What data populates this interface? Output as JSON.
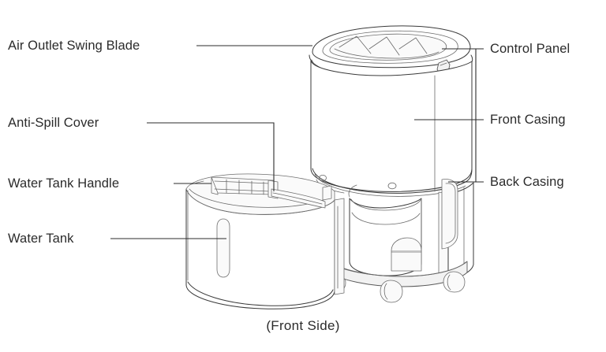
{
  "diagram": {
    "title_caption": "(Front Side)",
    "subject": "dehumidifier-exploded-parts-view",
    "line_color": "#2b2b2b",
    "text_color": "#2b2b2b",
    "background": "#ffffff",
    "labels_left": [
      {
        "id": "air-outlet-swing-blade",
        "text": "Air Outlet Swing Blade"
      },
      {
        "id": "anti-spill-cover",
        "text": "Anti-Spill Cover"
      },
      {
        "id": "water-tank-handle",
        "text": "Water Tank Handle"
      },
      {
        "id": "water-tank",
        "text": "Water Tank"
      }
    ],
    "labels_right": [
      {
        "id": "control-panel",
        "text": "Control Panel"
      },
      {
        "id": "front-casing",
        "text": "Front Casing"
      },
      {
        "id": "back-casing",
        "text": "Back Casing"
      }
    ]
  }
}
